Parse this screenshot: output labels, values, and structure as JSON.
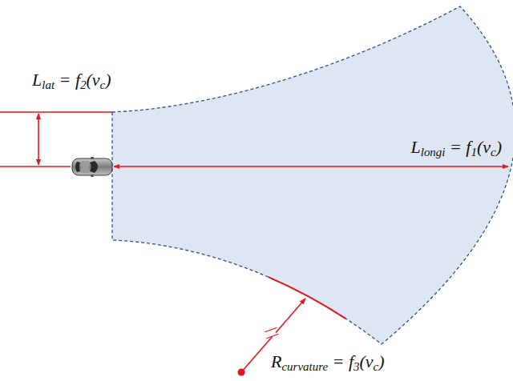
{
  "diagram": {
    "labels": [
      "Llat = f2(vc)",
      "Llongi = f1(vc)",
      "Rcurvature = f3(vc)"
    ]
  }
}
